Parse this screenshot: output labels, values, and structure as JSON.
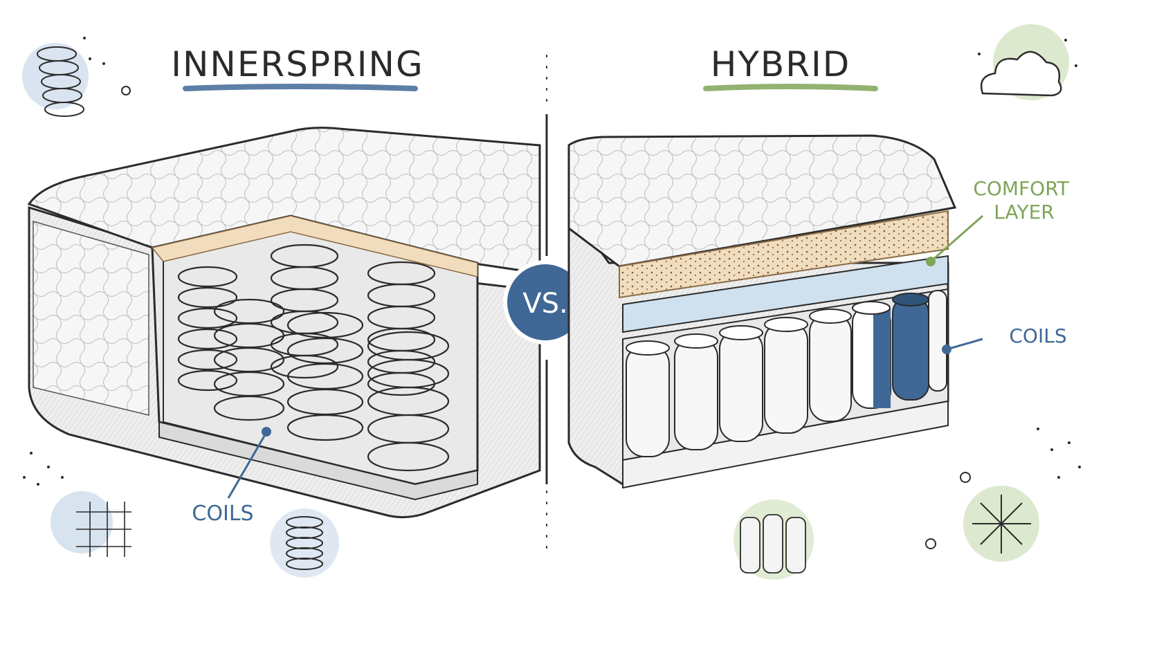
{
  "left": {
    "title": "INNERSPRING",
    "coils_label": "COILS"
  },
  "right": {
    "title": "HYBRID",
    "comfort_label": "COMFORT LAYER",
    "coils_label": "COILS"
  },
  "vs_label": "VS.",
  "colors": {
    "ink": "#2b2b2b",
    "blue": "#3f6896",
    "blue_light": "#c9d9ea",
    "green": "#7fa458",
    "green_light": "#d3e4c2",
    "foam": "#f1ddbd",
    "gel": "#cfe1ef"
  }
}
